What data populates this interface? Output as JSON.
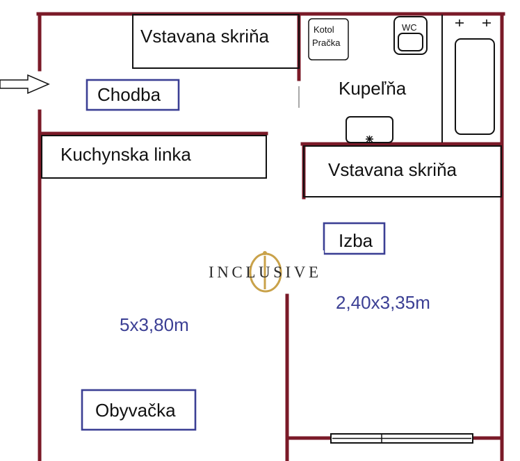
{
  "colors": {
    "wall": "#7a1a28",
    "label_blue": "#3b3f94",
    "ink": "#111111",
    "logo_gold": "#c9a24a"
  },
  "rooms": {
    "hallway_closet": {
      "label": "Vstavana skriňa"
    },
    "hallway": {
      "label": "Chodba"
    },
    "kitchen_counter": {
      "label": "Kuchynska linka"
    },
    "bathroom": {
      "label": "Kupeľňa",
      "boiler_label": "Kotol",
      "washer_label": "Pračka",
      "toilet_label": "WC"
    },
    "bedroom_closet": {
      "label": "Vstavana skriňa"
    },
    "bedroom": {
      "label": "Izba",
      "dimensions": "2,40x3,35m"
    },
    "living_room": {
      "label": "Obyvačka",
      "dimensions": "5x3,80m"
    }
  },
  "logo": {
    "text": "INCLUSIVE"
  },
  "icons": {
    "entrance": "entrance-arrow-icon",
    "bathtub": "bathtub-icon",
    "toilet": "toilet-icon",
    "sink": "sink-icon",
    "window": "window-icon",
    "logo_emblem": "logo-emblem-icon"
  }
}
